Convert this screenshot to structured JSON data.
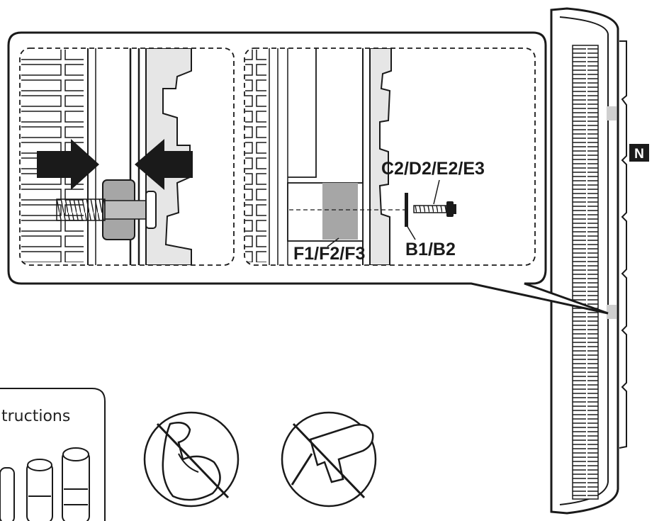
{
  "labels": {
    "screw": "C2/D2/E2/E3",
    "spacer": "F1/F2/F3",
    "washer": "B1/B2",
    "tv_marker": "N",
    "instructions_partial": "tructions"
  },
  "icons": {
    "no_force": "no-force-icon",
    "no_power_drill": "no-power-drill-icon"
  },
  "colors": {
    "line": "#1a1a1a",
    "spacer_fill": "#a6a6a6",
    "panel_fill": "#e6e6e6",
    "background": "#ffffff"
  }
}
